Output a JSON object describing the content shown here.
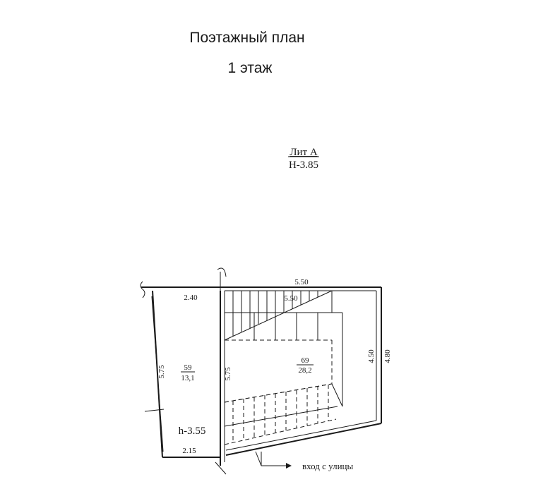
{
  "header": {
    "title": "Поэтажный план",
    "floor": "1 этаж"
  },
  "building": {
    "litera": "Лит А",
    "height": "Н-3.85"
  },
  "dimensions": {
    "top_outer": "5.50",
    "top_inner": "5.50",
    "top_left": "2.40",
    "left_outer": "5.75",
    "left_inner": "5.75",
    "right_inner": "4.50",
    "right_outer": "4.80",
    "bottom_left": "2.15"
  },
  "rooms": [
    {
      "number": "59",
      "area": "13,1"
    },
    {
      "number": "69",
      "area": "28,2"
    }
  ],
  "mezzanine_height": "h-3.55",
  "entrance": {
    "label": "вход с улицы"
  }
}
